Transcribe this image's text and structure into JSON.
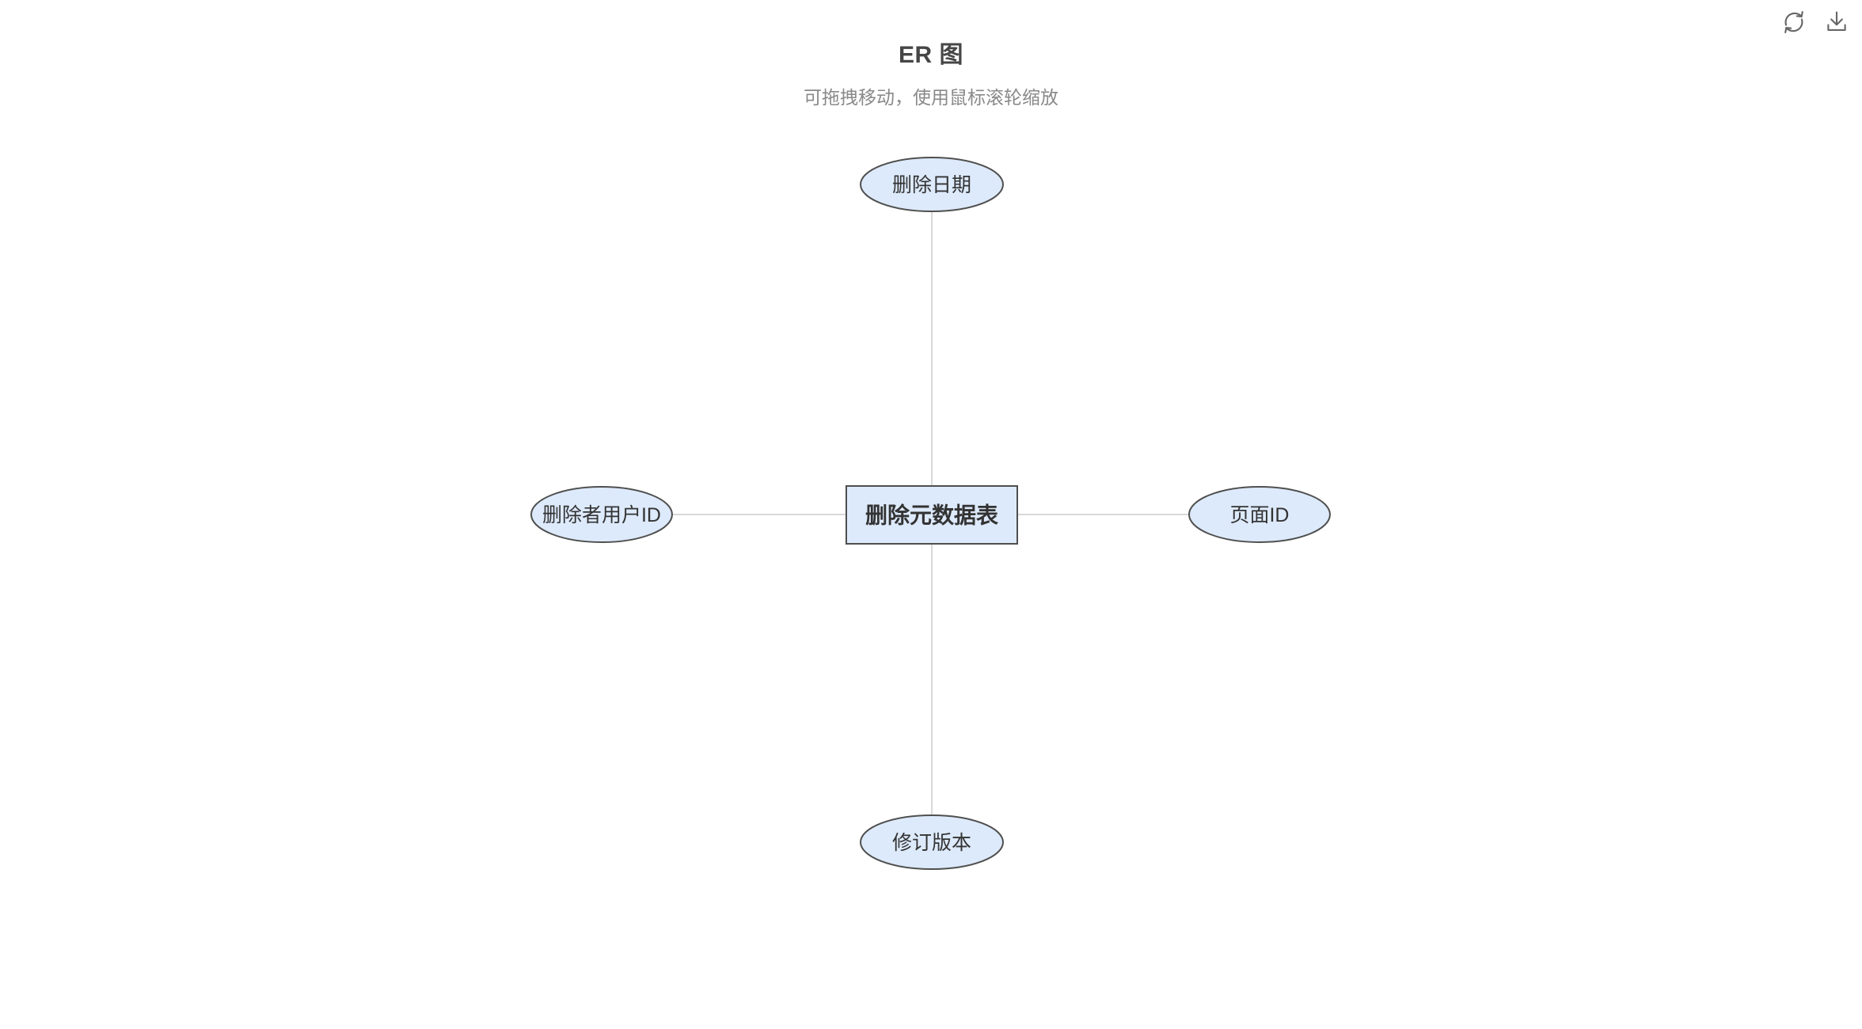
{
  "header": {
    "title": "ER 图",
    "subtitle": "可拖拽移动，使用鼠标滚轮缩放"
  },
  "toolbar": {
    "icons": [
      {
        "name": "refresh-icon",
        "meaning": "restore-view"
      },
      {
        "name": "download-icon",
        "meaning": "save-as-image"
      }
    ],
    "icon_color": "#666666"
  },
  "diagram": {
    "entity": {
      "label": "删除元数据表",
      "shape": "rectangle"
    },
    "attributes": [
      {
        "label": "删除日期",
        "position": "top",
        "shape": "ellipse"
      },
      {
        "label": "删除者用户ID",
        "position": "left",
        "shape": "ellipse"
      },
      {
        "label": "页面ID",
        "position": "right",
        "shape": "ellipse"
      },
      {
        "label": "修订版本",
        "position": "bottom",
        "shape": "ellipse"
      }
    ],
    "edges": [
      {
        "from": "删除元数据表",
        "to": "删除日期"
      },
      {
        "from": "删除元数据表",
        "to": "删除者用户ID"
      },
      {
        "from": "删除元数据表",
        "to": "页面ID"
      },
      {
        "from": "删除元数据表",
        "to": "修订版本"
      }
    ],
    "colors": {
      "node_fill": "#ddeafb",
      "node_border": "#4f4f4f",
      "edge": "#cccccc",
      "node_text": "#333333",
      "title_text": "#464646",
      "subtitle_text": "#898989"
    }
  }
}
